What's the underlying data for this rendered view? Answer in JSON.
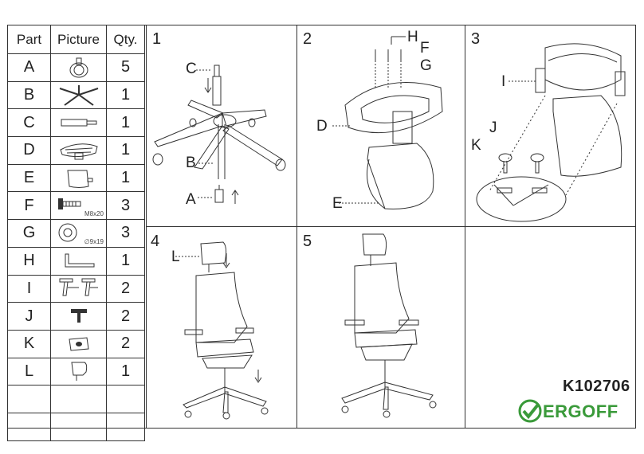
{
  "table": {
    "headers": {
      "part": "Part",
      "picture": "Picture",
      "qty": "Qty."
    },
    "rows": [
      {
        "part": "A",
        "qty": "5",
        "icon": "caster-wheel-icon"
      },
      {
        "part": "B",
        "qty": "1",
        "icon": "star-base-icon"
      },
      {
        "part": "C",
        "qty": "1",
        "icon": "gas-lift-icon"
      },
      {
        "part": "D",
        "qty": "1",
        "icon": "seat-mechanism-icon"
      },
      {
        "part": "E",
        "qty": "1",
        "icon": "backrest-icon"
      },
      {
        "part": "F",
        "qty": "3",
        "icon": "bolt-icon",
        "spec": "M8x20"
      },
      {
        "part": "G",
        "qty": "3",
        "icon": "washer-icon",
        "spec": "∅9x19"
      },
      {
        "part": "H",
        "qty": "1",
        "icon": "allen-key-icon"
      },
      {
        "part": "I",
        "qty": "2",
        "icon": "armrest-icon"
      },
      {
        "part": "J",
        "qty": "2",
        "icon": "knob-icon"
      },
      {
        "part": "K",
        "qty": "2",
        "icon": "cover-plate-icon"
      },
      {
        "part": "L",
        "qty": "1",
        "icon": "headrest-icon"
      },
      {
        "part": "",
        "qty": ""
      },
      {
        "part": "",
        "qty": ""
      }
    ]
  },
  "steps": {
    "s1": {
      "num": "1",
      "labels": {
        "c": "C",
        "b": "B",
        "a": "A"
      }
    },
    "s2": {
      "num": "2",
      "labels": {
        "h": "H",
        "f": "F",
        "g": "G",
        "d": "D",
        "e": "E"
      }
    },
    "s3": {
      "num": "3",
      "labels": {
        "i": "I",
        "j": "J",
        "k": "K"
      }
    },
    "s4": {
      "num": "4",
      "labels": {
        "l": "L"
      }
    },
    "s5": {
      "num": "5"
    }
  },
  "footer": {
    "product_code": "K102706",
    "brand": "ERGOFF",
    "brand_color": "#3a9a3a"
  }
}
